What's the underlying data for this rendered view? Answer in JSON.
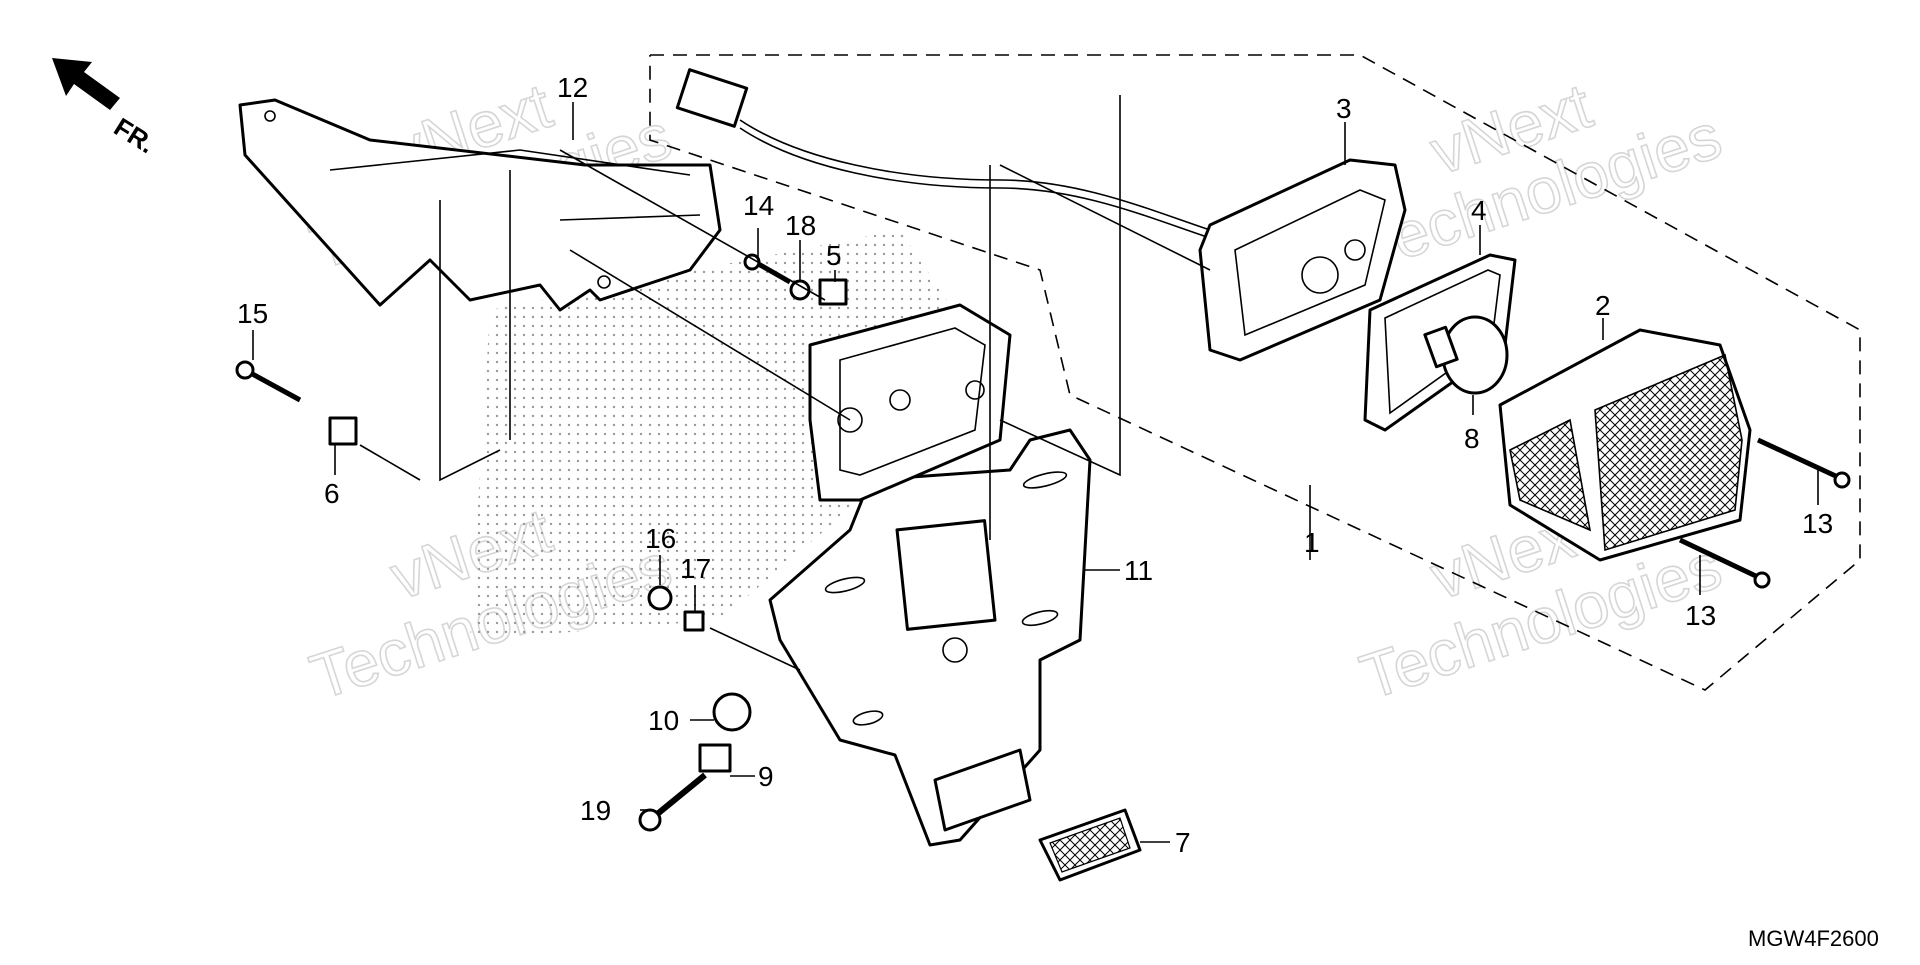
{
  "diagram": {
    "direction_label": "FR.",
    "drawing_code": "MGW4F2600",
    "watermark": [
      "vNext",
      "Technologies"
    ],
    "callouts": [
      "1",
      "2",
      "3",
      "4",
      "5",
      "6",
      "7",
      "8",
      "9",
      "10",
      "11",
      "12",
      "13",
      "13",
      "14",
      "15",
      "16",
      "17",
      "18",
      "19"
    ]
  }
}
